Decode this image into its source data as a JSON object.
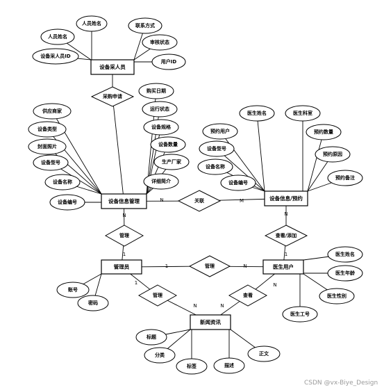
{
  "watermark": "CSDN @vx-Biye_Design",
  "entities": {
    "purchaser": "设备采人员",
    "device_mgmt": "设备信息管理",
    "booking": "设备信息/预约",
    "admin": "管理员",
    "doctor": "医生用户",
    "news": "新闻资讯"
  },
  "relations": {
    "purchase_apply": "采购申请",
    "related": "关联",
    "manage_device": "管理",
    "view_add": "查看/添加",
    "manage_doctor": "管理",
    "manage_news": "管理",
    "view_news": "查看"
  },
  "cardinality": {
    "dm_related": "N",
    "bk_related": "M",
    "dm_manage": "N",
    "bk_viewadd": "N",
    "adm_manage_device": "1",
    "doc_viewadd": "1",
    "adm_manage_doctor": "1",
    "doc_manage": "N",
    "adm_manage_news": "1",
    "news_manage": "N",
    "news_view": "N",
    "doc_view": "N"
  },
  "attributes": {
    "purchaser": [
      "人员姓名",
      "联系方式",
      "人员姓名",
      "审核状态",
      "设备采人员ID",
      "用户ID"
    ],
    "device_mgmt": [
      "购买日期",
      "运行状态",
      "设备规格",
      "设备数量",
      "生产厂家",
      "详细简介",
      "供应商家",
      "设备类型",
      "封面照片",
      "设备型号",
      "设备名称",
      "设备编号"
    ],
    "booking": [
      "医生姓名",
      "医生科室",
      "预约用户",
      "预约数量",
      "设备型号",
      "预约原因",
      "设备名称",
      "预约备注",
      "设备编号"
    ],
    "admin": [
      "账号",
      "密码"
    ],
    "doctor": [
      "医生姓名",
      "医生年龄",
      "医生性别",
      "医生工号"
    ],
    "news": [
      "标题",
      "正文",
      "分类",
      "标签",
      "描述"
    ]
  }
}
